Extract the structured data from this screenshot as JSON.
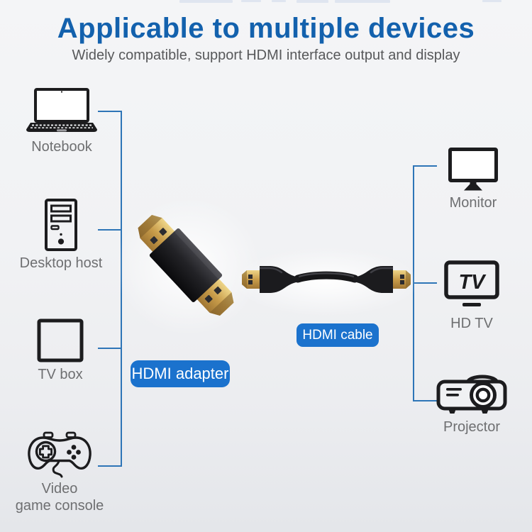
{
  "banner": {
    "title": "Applicable to multiple devices",
    "subtitle": "Widely compatible, support HDMI interface output and display"
  },
  "devices": {
    "left": [
      {
        "label": "Notebook"
      },
      {
        "label": "Desktop host"
      },
      {
        "label": "TV box"
      },
      {
        "label": "Video game console",
        "label_lines": [
          "Video",
          "game console"
        ]
      }
    ],
    "right": [
      {
        "label": "Monitor"
      },
      {
        "label": "HD TV",
        "icon_text": "TV"
      },
      {
        "label": "Projector"
      }
    ]
  },
  "products": {
    "adapter": {
      "label": "HDMI adapter"
    },
    "cable": {
      "label": "HDMI cable"
    }
  },
  "colors": {
    "title_blue": "#1361ad",
    "badge_blue": "#1b72cd",
    "connector_line_blue": "#2e75b7",
    "label_gray": "#6e6f71",
    "subtitle_gray": "#57585a",
    "icon_black": "#1c1c1e",
    "connector_gold": "#c99e4e",
    "background_gray": "#f1f2f4"
  }
}
